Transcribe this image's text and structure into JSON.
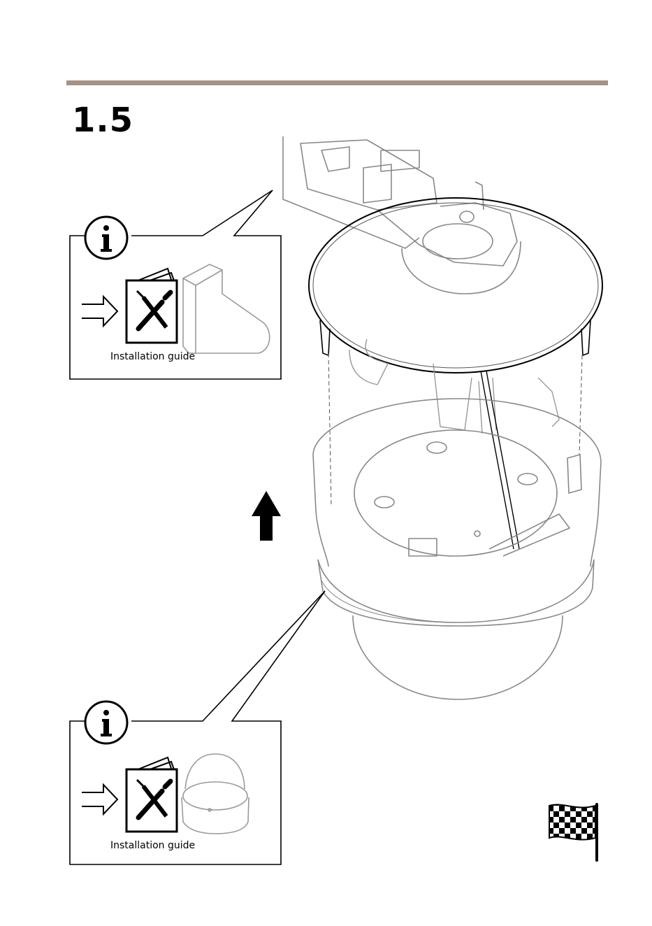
{
  "step": {
    "number": "1.5"
  },
  "callouts": [
    {
      "caption": "Installation guide",
      "icon": "info-icon",
      "accessory": "wall-mount-bracket"
    },
    {
      "caption": "Installation guide",
      "icon": "info-icon",
      "accessory": "dome-camera"
    }
  ],
  "arrow": {
    "direction": "up",
    "icon": "arrow-up-icon"
  },
  "completion": {
    "icon": "checkered-flag-icon"
  },
  "colors": {
    "rule": "#a59283",
    "line": "#000000",
    "light_line": "#999999"
  }
}
